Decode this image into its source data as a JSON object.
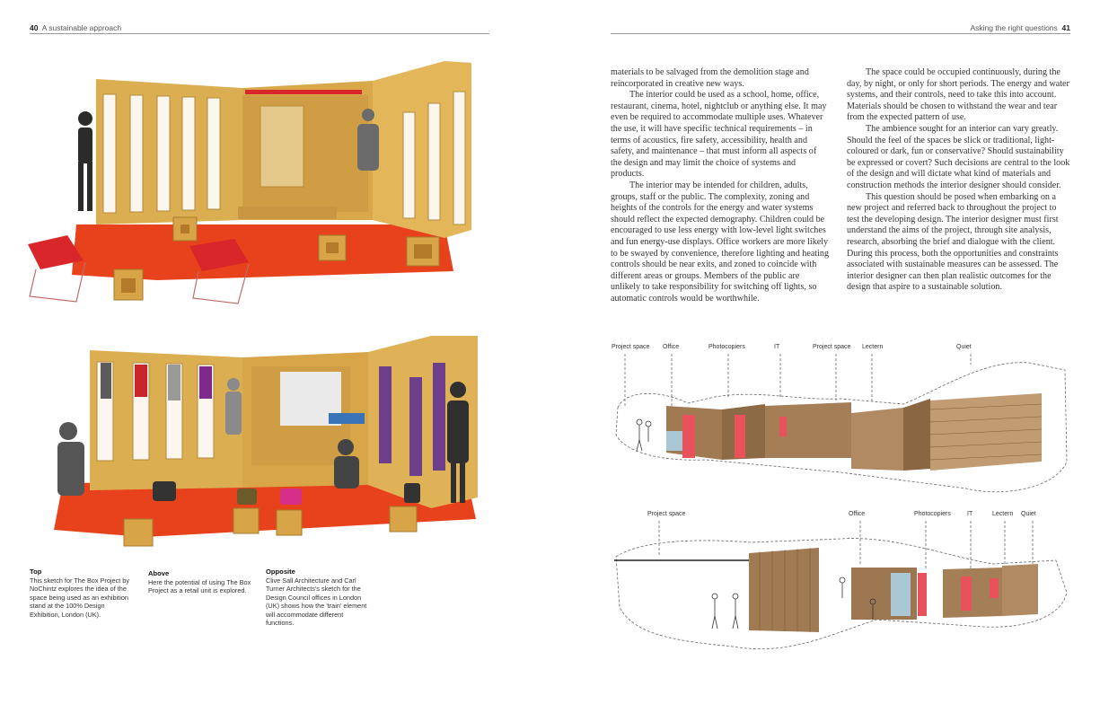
{
  "left_header": {
    "page_number": "40",
    "running_title": "A sustainable approach"
  },
  "right_header": {
    "running_title": "Asking the right questions",
    "page_number": "41"
  },
  "body_text": {
    "col1": [
      "materials to be salvaged from the demolition stage and reincorporated in creative new ways.",
      "The interior could be used as a school, home, office, restaurant, cinema, hotel, nightclub or anything else. It may even be required to accommodate multiple uses. Whatever the use, it will have specific technical requirements – in terms of acoustics, fire safety, accessibility, health and safety, and maintenance – that must inform all aspects of the design and may limit the choice of systems and products.",
      "The interior may be intended for children, adults, groups, staff or the public. The complexity, zoning and heights of the controls for the energy and water systems should reflect the expected demography. Children could be encouraged to use less energy with low-level light switches and fun energy-use displays. Office workers are more likely to be swayed by convenience, therefore lighting and heating controls should be near exits, and zoned to coincide with different areas or groups. Members of the public are unlikely to take responsibility for switching off lights, so automatic controls would be worthwhile."
    ],
    "col2": [
      "The space could be occupied continuously, during the day, by night, or only for short periods. The energy and water systems, and their controls, need to take this into account. Materials should be chosen to withstand the wear and tear from the expected pattern of use.",
      "The ambience sought for an interior can vary greatly. Should the feel of the spaces be slick or traditional, light-coloured or dark, fun or conservative? Should sustainability be expressed or covert? Such decisions are central to the look of the design and will dictate what kind of materials and construction methods the interior designer should consider.",
      "This question should be posed when embarking on a new project and referred back to throughout the project to test the developing design. The interior designer must first understand the aims of the project, through site analysis, research, absorbing the brief and dialogue with the client. During this process, both the opportunities and constraints associated with sustainable measures can be assessed. The interior designer can then plan realistic outcomes for the design that aspire to a sustainable solution."
    ]
  },
  "captions": [
    {
      "heading": "Top",
      "text": "This sketch for The Box Project by NoChintz explores the idea of the space being used as an exhibition stand at the 100% Design Exhibition, London (UK)."
    },
    {
      "heading": "Above",
      "text": "Here the potential of using The Box Project as a retail unit is explored."
    },
    {
      "heading": "Opposite",
      "text": "Clive Sall Architecture and Carl Turner Architects's sketch for the Design Council offices in London (UK) shows how the 'train' element will accommodate different functions."
    }
  ],
  "diagram_top_labels": [
    "Project space",
    "Office",
    "Photocopiers",
    "IT",
    "Project space",
    "Lectern",
    "Quiet"
  ],
  "diagram_bottom_labels": [
    "Project space",
    "Office",
    "Photocopiers",
    "IT",
    "Lectern",
    "Quiet"
  ],
  "colors": {
    "wood": "#dcae52",
    "floor_red": "#e8421c",
    "chair_red": "#d8262a",
    "timber": "#a07a52",
    "accent_pink": "#e8525a"
  }
}
